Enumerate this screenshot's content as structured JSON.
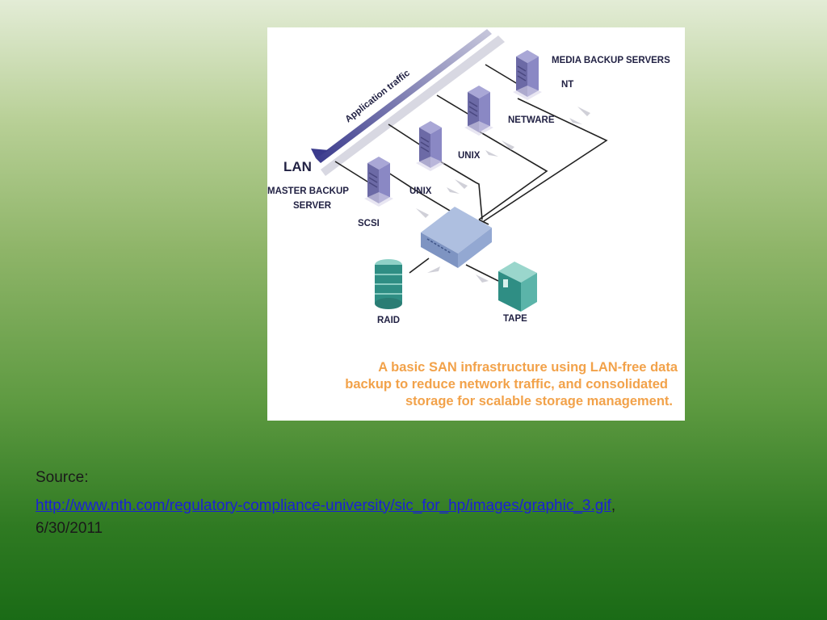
{
  "diagram": {
    "lan_label": "LAN",
    "traffic_label": "Application traffic",
    "media_servers_label": "MEDIA BACKUP SERVERS",
    "nt_label": "NT",
    "netware_label": "NETWARE",
    "unix_label_1": "UNIX",
    "unix_label_2": "UNIX",
    "master_label_line1": "MASTER BACKUP",
    "master_label_line2": "SERVER",
    "scsi_label": "SCSI",
    "raid_label": "RAID",
    "tape_label": "TAPE",
    "caption_line1": "A basic SAN infrastructure using LAN-free data",
    "caption_line2": "backup to reduce network traffic, and consolidated",
    "caption_line3": "storage for scalable storage management."
  },
  "source": {
    "label": "Source:",
    "url": "http://www.nth.com/regulatory-compliance-university/sic_for_hp/images/graphic_3.gif",
    "suffix": ",",
    "date": "6/30/2011"
  },
  "colors": {
    "server": "#7a78b6",
    "switch": "#8fa6cf",
    "storage": "#3f9e94",
    "caption": "#f2a24a",
    "link": "#1b21d4"
  }
}
